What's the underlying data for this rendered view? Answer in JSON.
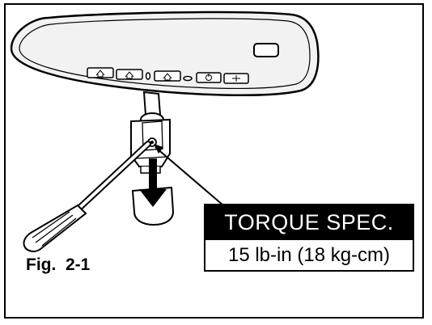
{
  "figure": {
    "label": "Fig.  2-1"
  },
  "torque_spec": {
    "title": "TORQUE SPEC.",
    "value": "15 lb-in (18 kg-cm)"
  },
  "colors": {
    "ink": "#000000",
    "paper": "#ffffff",
    "mirror_fill": "#f2f2f2"
  },
  "icons": [
    "mirror-icon",
    "screwdriver-icon",
    "down-arrow-icon",
    "mount-button-icon"
  ]
}
